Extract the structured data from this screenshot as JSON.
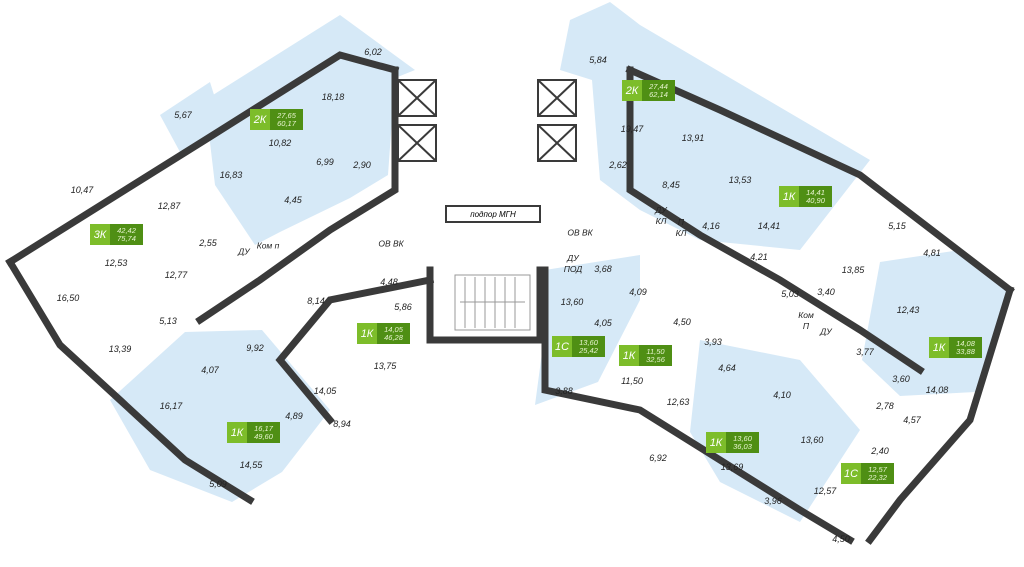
{
  "colors": {
    "apartment_fill": "#d6e9f7",
    "wall": "#3a3a3a",
    "badge_type": "#7dbd2a",
    "badge_area": "#4f8f14"
  },
  "rooms": [
    "6,02",
    "18,18",
    "5,67",
    "10,82",
    "16,83",
    "6,99",
    "2,90",
    "10,47",
    "12,87",
    "4,45",
    "2,55",
    "12,53",
    "12,77",
    "16,50",
    "13,39",
    "5,13",
    "9,92",
    "4,07",
    "16,17",
    "4,89",
    "14,55",
    "5,09",
    "8,14",
    "4,48",
    "5,86",
    "14,05",
    "13,75",
    "8,94",
    "5,84",
    "19,47",
    "13,91",
    "2,62",
    "8,45",
    "13,53",
    "14,41",
    "5,15",
    "4,16",
    "4,21",
    "13,85",
    "4,81",
    "3,68",
    "4,09",
    "13,60",
    "4,05",
    "4,50",
    "5,03",
    "3,40",
    "12,43",
    "3,77",
    "3,93",
    "11,50",
    "4,64",
    "12,63",
    "4,10",
    "3,60",
    "14,08",
    "3,88",
    "2,78",
    "4,57",
    "13,60",
    "2,40",
    "6,92",
    "13,69",
    "12,57",
    "3,96",
    "4,50"
  ],
  "apartments": [
    {
      "type": "2К",
      "living": "27,65",
      "total": "60,17"
    },
    {
      "type": "3К",
      "living": "42,42",
      "total": "75,74"
    },
    {
      "type": "2К",
      "living": "27,44",
      "total": "62,14"
    },
    {
      "type": "1К",
      "living": "14,41",
      "total": "40,90"
    },
    {
      "type": "1С",
      "living": "13,60",
      "total": "25,42"
    },
    {
      "type": "1К",
      "living": "11,50",
      "total": "32,56"
    },
    {
      "type": "1К",
      "living": "14,05",
      "total": "46,28"
    },
    {
      "type": "1К",
      "living": "16,17",
      "total": "49,60"
    },
    {
      "type": "1К",
      "living": "13,60",
      "total": "36,03"
    },
    {
      "type": "1С",
      "living": "12,57",
      "total": "22,32"
    },
    {
      "type": "1К",
      "living": "14,08",
      "total": "33,88"
    }
  ],
  "service": {
    "mgn": "подпор МГН",
    "ovvk1": "ОВ ВК",
    "ovvk2": "ОВ ВК",
    "du_pod": "ДУ\nПОД",
    "du_kl": "ДУ\nКЛ",
    "p_kl": "П\nКЛ",
    "kom_p1": "Ком п",
    "du1": "ДУ",
    "kom_p2": "Ком\nП",
    "du2": "ДУ"
  }
}
